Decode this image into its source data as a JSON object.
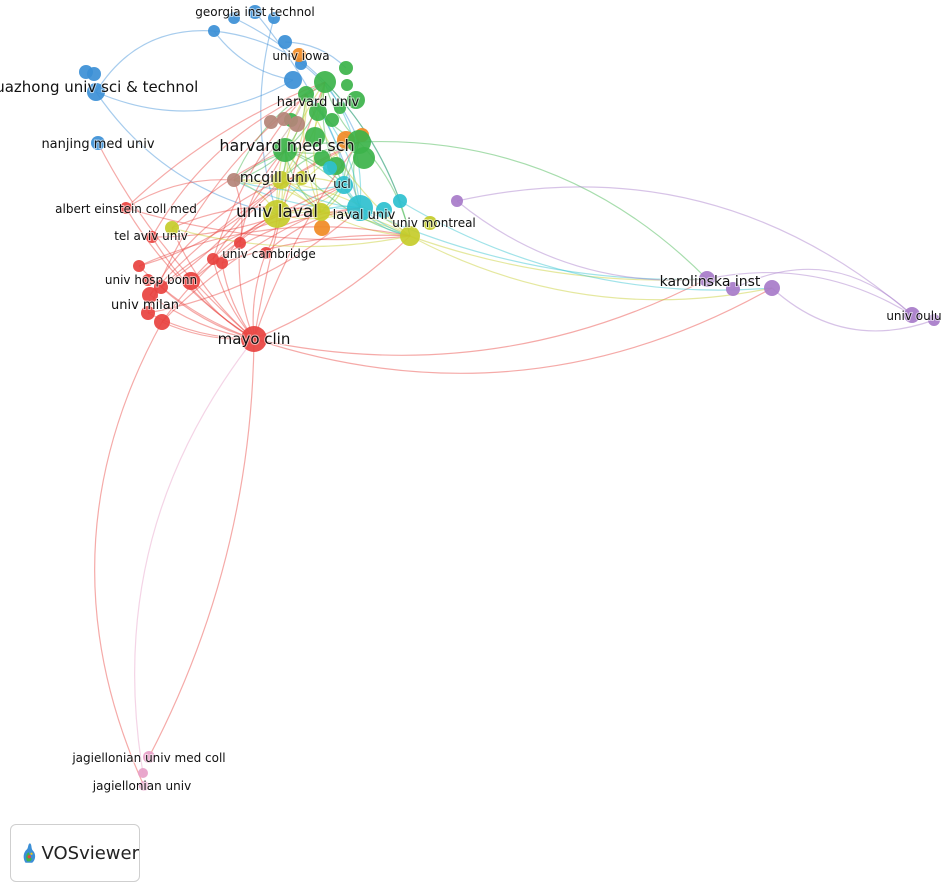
{
  "branding": {
    "badge_label": "VOSviewer"
  },
  "colors": {
    "red": "#e8423f",
    "blue": "#3b8fd6",
    "green": "#3cb34a",
    "yellow": "#c6cc2a",
    "cyan": "#2ec0cf",
    "orange": "#f08a24",
    "purple": "#a77bc9",
    "pink": "#e7a0c8",
    "brown": "#b48478"
  },
  "clusters": {
    "red": [
      "mayo clin",
      "univ milan",
      "univ hosp bonn",
      "tel aviv univ",
      "albert einstein coll med",
      "univ cambridge"
    ],
    "blue": [
      "georgia inst technol",
      "huazhong univ sci & technol",
      "nanjing med univ"
    ],
    "green": [
      "harvard med sch",
      "harvard univ"
    ],
    "yellow": [
      "univ laval",
      "mcgill univ",
      "univ montreal"
    ],
    "cyan": [
      "laval univ",
      "ucl"
    ],
    "orange": [
      "univ iowa"
    ],
    "purple": [
      "karolinska inst",
      "univ oulu"
    ],
    "pink": [
      "jagiellonian univ med coll",
      "jagiellonian univ"
    ]
  },
  "labels": [
    "georgia inst technol",
    "univ iowa",
    "huazhong univ sci & technol",
    "harvard univ",
    "nanjing med univ",
    "harvard med sch",
    "mcgill univ",
    "ucl",
    "albert einstein coll med",
    "univ laval",
    "laval univ",
    "univ montreal",
    "tel aviv univ",
    "univ cambridge",
    "univ hosp bonn",
    "karolinska inst",
    "univ milan",
    "univ oulu",
    "mayo clin",
    "jagiellonian univ med coll",
    "jagiellonian univ"
  ]
}
